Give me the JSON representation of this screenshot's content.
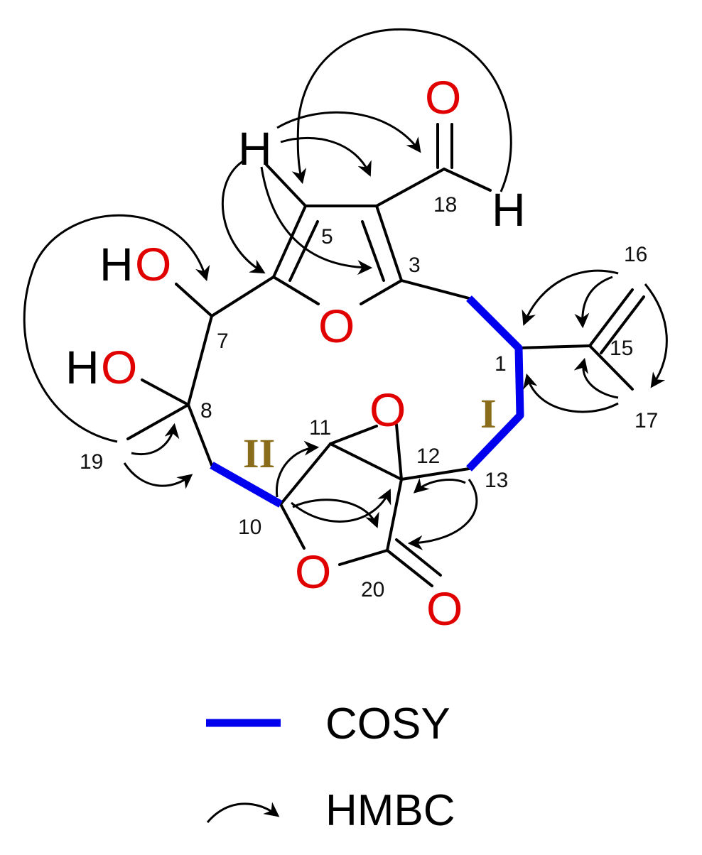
{
  "atoms": {
    "o_aldehyde": "O",
    "h_top": "H",
    "h_aldehyde": "H",
    "o_furan": "O",
    "ho_upper_h": "H",
    "ho_upper_o": "O",
    "ho_lower_h": "H",
    "ho_lower_o": "O",
    "o_epoxide": "O",
    "o_lactone": "O",
    "o_carbonyl": "O"
  },
  "numbers": {
    "n1": "1",
    "n3": "3",
    "n5": "5",
    "n7": "7",
    "n8": "8",
    "n10": "10",
    "n11": "11",
    "n12": "12",
    "n13": "13",
    "n15": "15",
    "n16": "16",
    "n17": "17",
    "n18": "18",
    "n19": "19",
    "n20": "20"
  },
  "fragments": {
    "frag1": "I",
    "frag2": "II"
  },
  "legend": {
    "cosy_label": "COSY",
    "hmbc_label": "HMBC"
  },
  "colors": {
    "cosy": "#0000ee",
    "oxygen": "#e00000",
    "fragment_label": "#8a6d1a"
  }
}
